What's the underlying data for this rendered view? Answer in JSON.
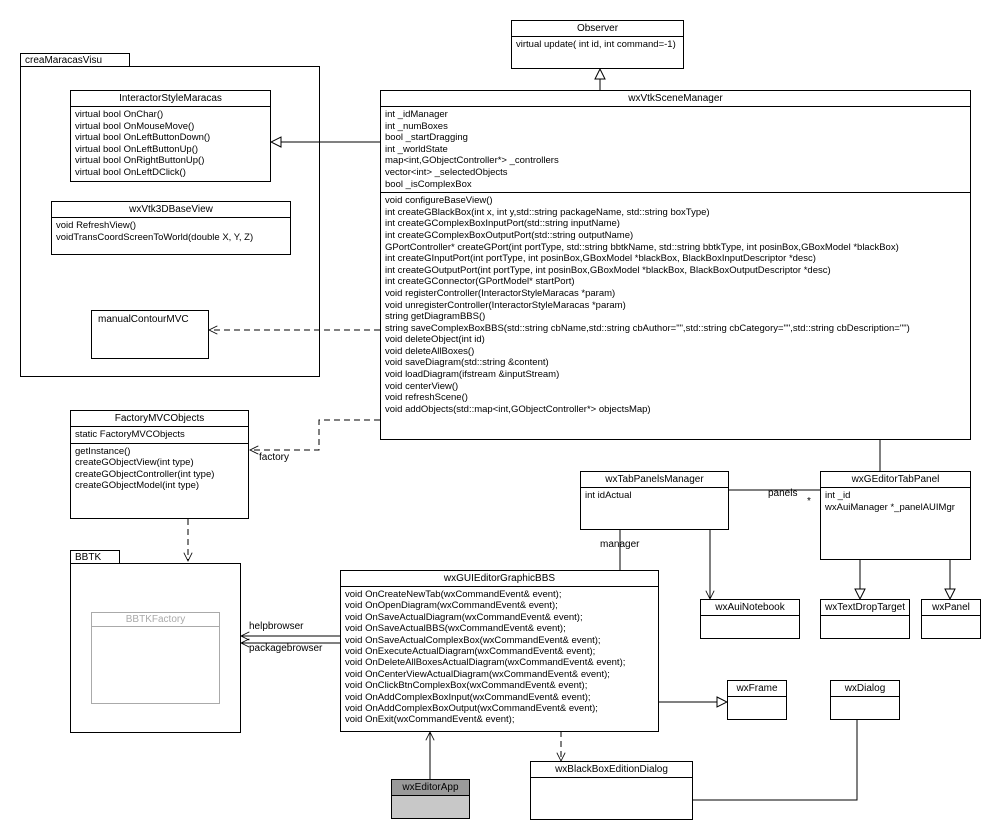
{
  "observer": {
    "name": "Observer",
    "methods": [
      "virtual update( int id, int command=-1)"
    ]
  },
  "package_maracas": {
    "name": "creaMaracasVisu"
  },
  "interactorStyle": {
    "name": "InteractorStyleMaracas",
    "methods": [
      "virtual bool OnChar()",
      "virtual bool OnMouseMove()",
      "virtual bool  OnLeftButtonDown()",
      "virtual bool  OnLeftButtonUp()",
      "virtual bool OnRightButtonUp()",
      "virtual bool OnLeftDClick()"
    ]
  },
  "baseView": {
    "name": "wxVtk3DBaseView",
    "methods": [
      "void RefreshView()",
      "voidTransCoordScreenToWorld(double X, Y, Z)"
    ]
  },
  "manualContour": {
    "name": "manualContourMVC"
  },
  "sceneManager": {
    "name": "wxVtkSceneManager",
    "attributes": [
      "int _idManager",
      "int _numBoxes",
      "bool _startDragging",
      "int _worldState",
      "map<int,GObjectController*> _controllers",
      "vector<int> _selectedObjects",
      "bool _isComplexBox"
    ],
    "methods": [
      "void configureBaseView()",
      "int createGBlackBox(int x, int y,std::string packageName, std::string boxType)",
      "int createGComplexBoxInputPort(std::string inputName)",
      "int createGComplexBoxOutputPort(std::string outputName)",
      "GPortController* createGPort(int portType, std::string bbtkName, std::string bbtkType, int posinBox,GBoxModel *blackBox)",
      "int createGInputPort(int portType, int posinBox,GBoxModel *blackBox, BlackBoxInputDescriptor *desc)",
      "int createGOutputPort(int portType, int posinBox,GBoxModel *blackBox, BlackBoxOutputDescriptor *desc)",
      "int createGConnector(GPortModel* startPort)",
      "void registerController(InteractorStyleMaracas *param)",
      "void unregisterController(InteractorStyleMaracas *param)",
      "string getDiagramBBS()",
      "string saveComplexBoxBBS(std::string cbName,std::string cbAuthor=\"\",std::string cbCategory=\"\",std::string cbDescription=\"\")",
      "void deleteObject(int id)",
      "void deleteAllBoxes()",
      "void saveDiagram(std::string &content)",
      "void loadDiagram(ifstream &inputStream)",
      "void centerView()",
      "void refreshScene()",
      "void addObjects(std::map<int,GObjectController*> objectsMap)"
    ]
  },
  "factory": {
    "name": "FactoryMVCObjects",
    "attributes": [
      "static FactoryMVCObjects"
    ],
    "methods": [
      "getInstance()",
      "createGObjectView(int type)",
      "createGObjectController(int type)",
      "createGObjectModel(int type)"
    ]
  },
  "package_bbtk": {
    "name": "BBTK",
    "inner": "BBTKFactory"
  },
  "tabPanelsManager": {
    "name": "wxTabPanelsManager",
    "attributes": [
      "int idActual"
    ]
  },
  "editorTabPanel": {
    "name": "wxGEditorTabPanel",
    "attributes": [
      "int _id",
      "wxAuiManager *_panelAUIMgr"
    ]
  },
  "auiNotebook": {
    "name": "wxAuiNotebook"
  },
  "textDropTarget": {
    "name": "wxTextDropTarget"
  },
  "panel": {
    "name": "wxPanel"
  },
  "graphicBBS": {
    "name": "wxGUIEditorGraphicBBS",
    "methods": [
      "void OnCreateNewTab(wxCommandEvent& event);",
      "void OnOpenDiagram(wxCommandEvent& event);",
      "void OnSaveActualDiagram(wxCommandEvent& event);",
      "void OnSaveActualBBS(wxCommandEvent& event);",
      "void OnSaveActualComplexBox(wxCommandEvent& event);",
      "void OnExecuteActualDiagram(wxCommandEvent& event);",
      "void OnDeleteAllBoxesActualDiagram(wxCommandEvent& event);",
      "void OnCenterViewActualDiagram(wxCommandEvent& event);",
      "void OnClickBtnComplexBox(wxCommandEvent& event);",
      "void OnAddComplexBoxInput(wxCommandEvent& event);",
      "void OnAddComplexBoxOutput(wxCommandEvent& event);",
      "void OnExit(wxCommandEvent& event);"
    ]
  },
  "frame": {
    "name": "wxFrame"
  },
  "dialog": {
    "name": "wxDialog"
  },
  "blackBoxDialog": {
    "name": "wxBlackBoxEditionDialog"
  },
  "editorApp": {
    "name": "wxEditorApp"
  },
  "labels": {
    "factory": "factory",
    "panels": "panels",
    "star": "*",
    "manager": "manager",
    "helpbrowser": "helpbrowser",
    "packagebrowser": "packagebrowser"
  }
}
